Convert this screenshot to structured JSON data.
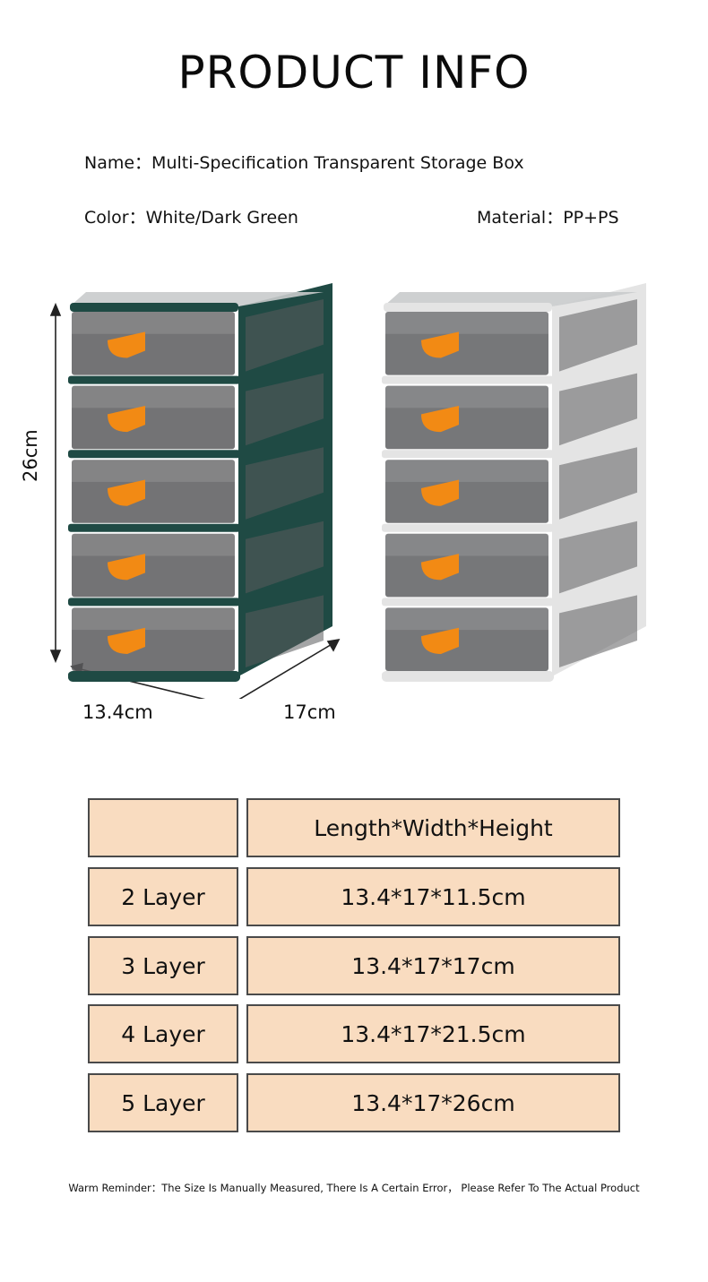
{
  "title": "PRODUCT  INFO",
  "info": {
    "name": "Name：Multi-Specification Transparent Storage Box",
    "color": "Color：White/Dark Green",
    "material": "Material：PP+PS"
  },
  "dimensions": {
    "height": "26cm",
    "width": "13.4cm",
    "depth": "17cm"
  },
  "products": [
    {
      "color_name": "dark-green",
      "frame_color": "#1f4a44",
      "drawer_color": "#5a5b5d",
      "handle_color": "#f28a14",
      "layers": 5
    },
    {
      "color_name": "white",
      "frame_color": "#e4e4e4",
      "drawer_color": "#5e5f61",
      "handle_color": "#f28a14",
      "layers": 5
    }
  ],
  "size_table": {
    "header": [
      "",
      "Length*Width*Height"
    ],
    "rows": [
      [
        "2 Layer",
        "13.4*17*11.5cm"
      ],
      [
        "3 Layer",
        "13.4*17*17cm"
      ],
      [
        "4 Layer",
        "13.4*17*21.5cm"
      ],
      [
        "5 Layer",
        "13.4*17*26cm"
      ]
    ],
    "cell_color": "#f9dcc0"
  },
  "reminder": "Warm Reminder：The Size Is Manually Measured, There Is A Certain Error，  Please Refer To The Actual Product"
}
